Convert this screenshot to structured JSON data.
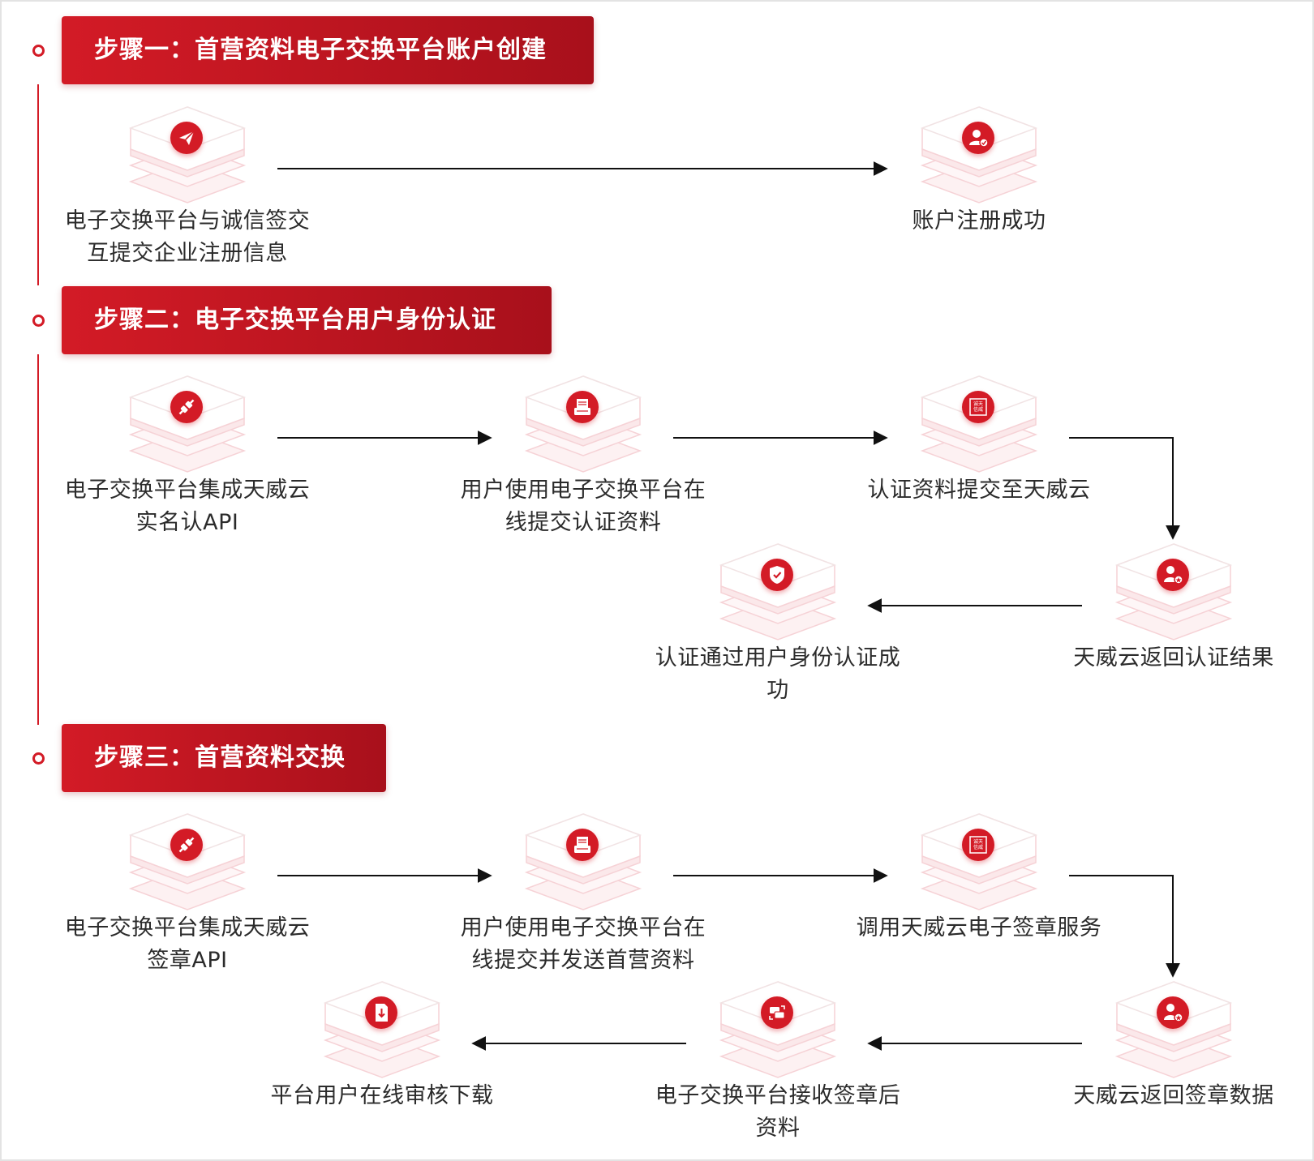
{
  "steps": [
    {
      "title": "步骤一：首营资料电子交换平台账户创建",
      "nodes": [
        {
          "icon": "paper-plane-icon",
          "label": "电子交换平台与诚信签交互提交企业注册信息"
        },
        {
          "icon": "user-check-icon",
          "label": "账户注册成功"
        }
      ]
    },
    {
      "title": "步骤二：电子交换平台用户身份认证",
      "nodes": [
        {
          "icon": "plug-icon",
          "label": "电子交换平台集成天威云实名认API"
        },
        {
          "icon": "printer-icon",
          "label": "用户使用电子交换平台在线提交认证资料"
        },
        {
          "icon": "seal-stamp-icon",
          "label": "认证资料提交至天威云",
          "seal_text": [
            "诚天",
            "信威"
          ]
        },
        {
          "icon": "user-badge-icon",
          "label": "天威云返回认证结果"
        },
        {
          "icon": "shield-check-icon",
          "label": "认证通过用户身份认证成功"
        }
      ]
    },
    {
      "title": "步骤三：首营资料交换",
      "nodes": [
        {
          "icon": "plug-icon",
          "label": "电子交换平台集成天威云签章API"
        },
        {
          "icon": "printer-icon",
          "label": "用户使用电子交换平台在线提交并发送首营资料"
        },
        {
          "icon": "seal-stamp-icon",
          "label": "调用天威云电子签章服务",
          "seal_text": [
            "诚天",
            "信威"
          ]
        },
        {
          "icon": "user-badge-icon",
          "label": "天威云返回签章数据"
        },
        {
          "icon": "exchange-icon",
          "label": "电子交换平台接收签章后资料"
        },
        {
          "icon": "file-download-icon",
          "label": "平台用户在线审核下载"
        }
      ]
    }
  ],
  "colors": {
    "accent": "#d31b26",
    "accent_dark": "#a8101b",
    "text": "#2b2b2b",
    "tile": "#ffffff",
    "tile_shadow": "#f7d9dc"
  }
}
